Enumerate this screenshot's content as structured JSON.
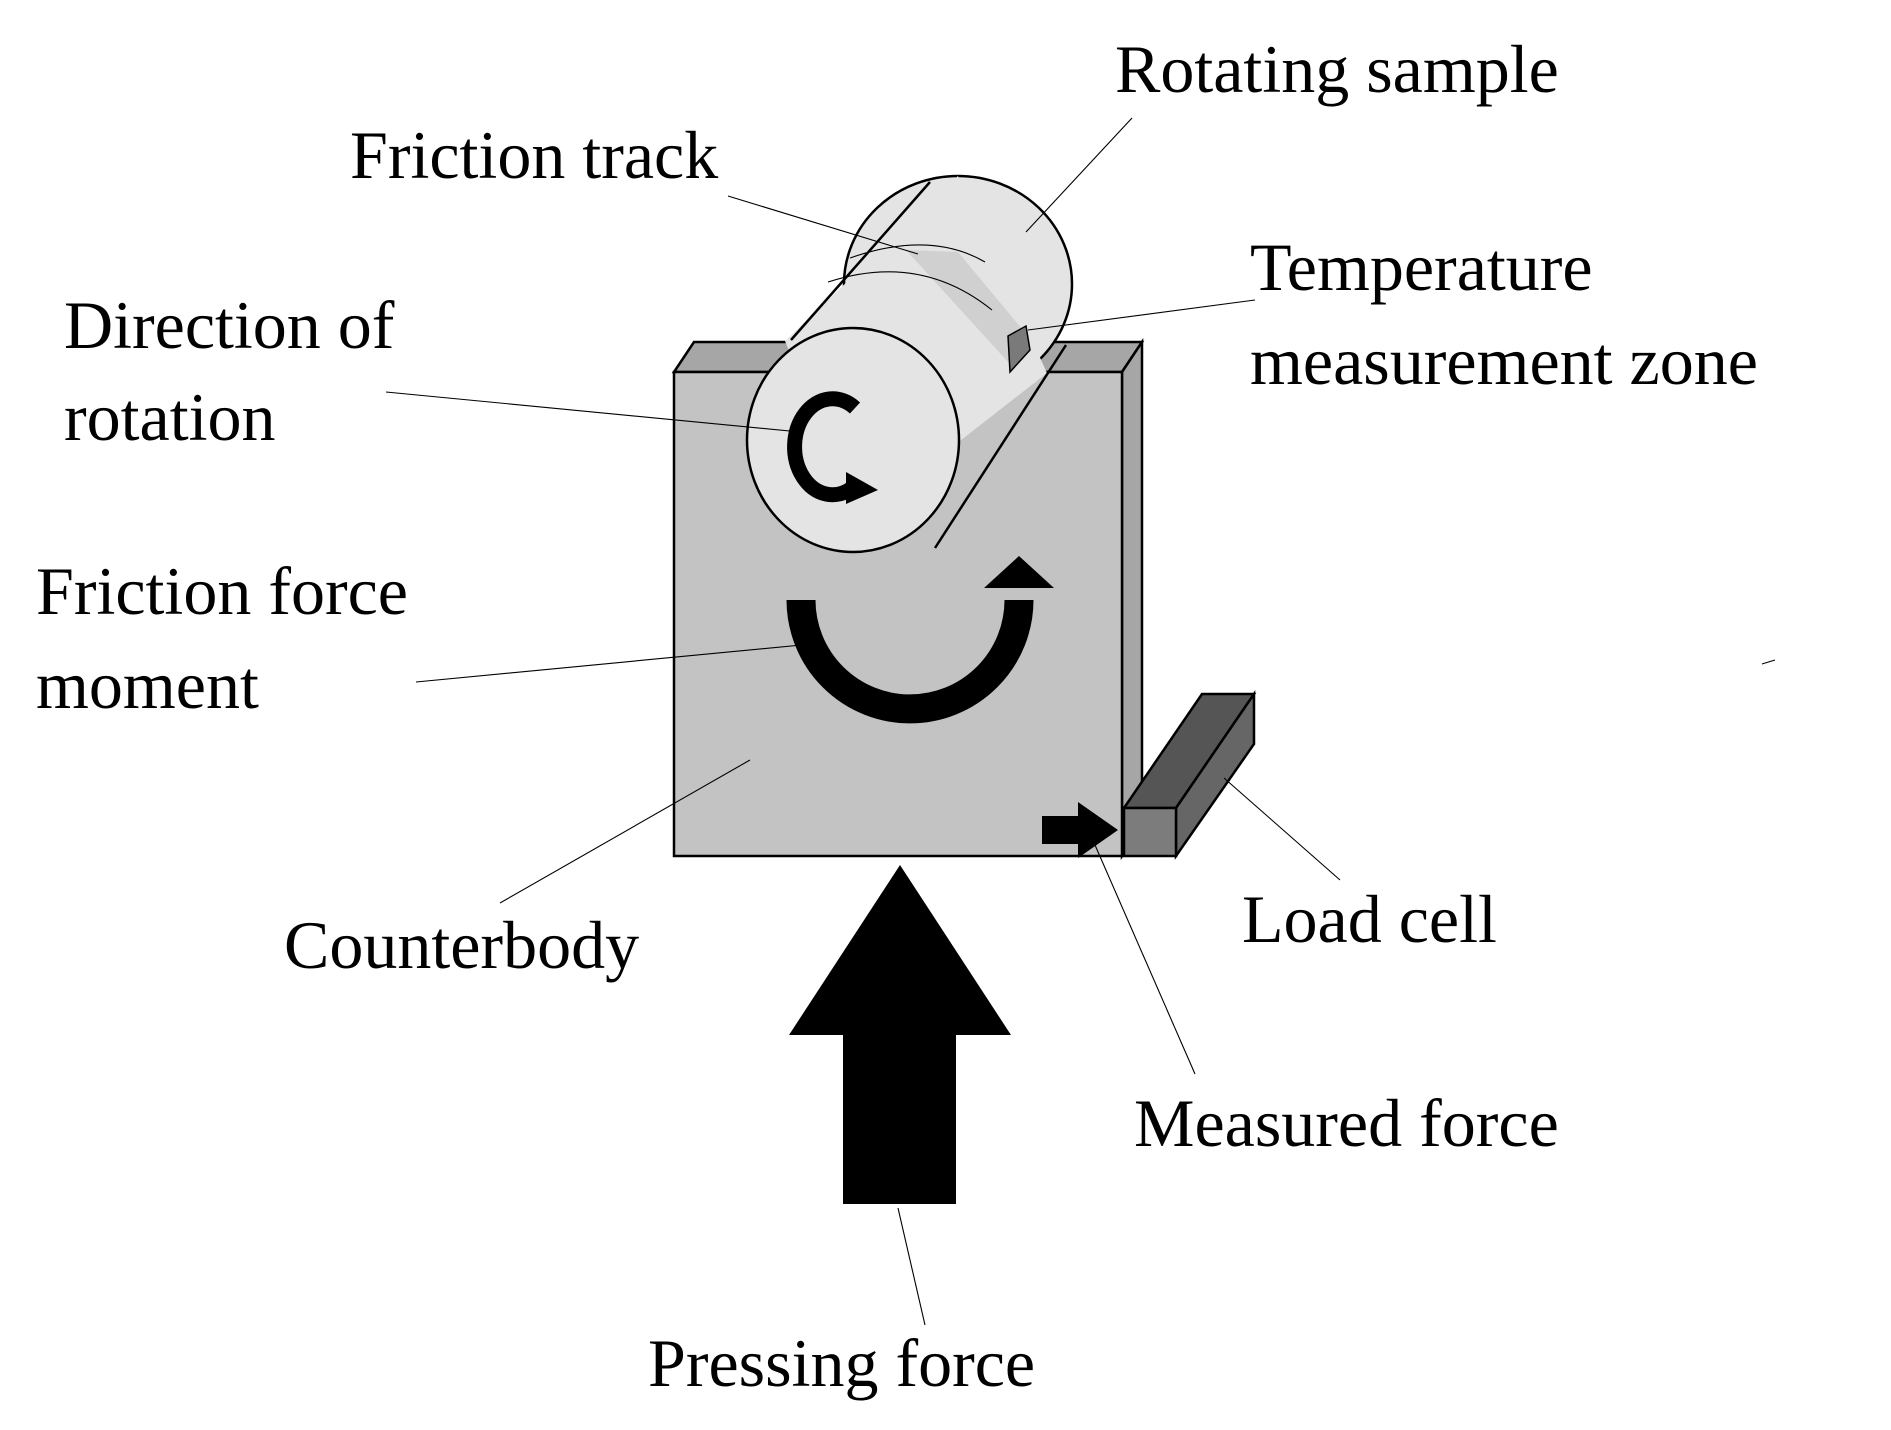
{
  "labels": {
    "rotating_sample": "Rotating sample",
    "friction_track": "Friction track",
    "temperature_line1": "Temperature",
    "temperature_line2": "measurement zone",
    "direction_line1": "Direction of",
    "direction_line2": "rotation",
    "friction_force_line1": "Friction force",
    "friction_force_line2": "moment",
    "counterbody": "Counterbody",
    "load_cell": "Load cell",
    "measured_force": "Measured force",
    "pressing_force": "Pressing force"
  },
  "colors": {
    "counterbody_face": "#c3c3c3",
    "counterbody_side": "#a6a6a6",
    "sample_light": "#e4e4e4",
    "sample_mid": "#d0d0d0",
    "track_dark": "#7a7a7a",
    "load_cell_front": "#7c7c7c",
    "load_cell_side": "#666666",
    "ink": "#000000"
  }
}
